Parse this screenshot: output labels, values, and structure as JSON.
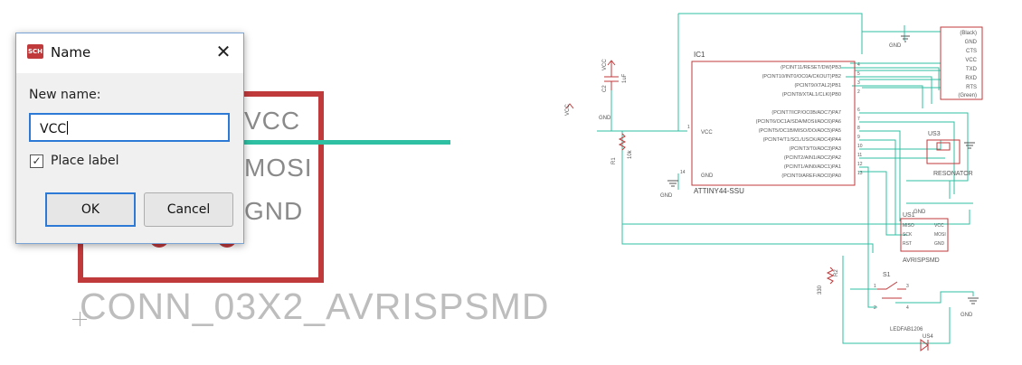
{
  "dialog": {
    "title": "Name",
    "app_icon_text": "SCH",
    "close_glyph": "✕",
    "field_label": "New name:",
    "input_value": "VCC",
    "checkbox_label": "Place label",
    "checkbox_checked": true,
    "ok_label": "OK",
    "cancel_label": "Cancel"
  },
  "left_zoom": {
    "pin_labels": [
      "VCC",
      "MOSI",
      "GND"
    ],
    "part_name": "CONN_03X2_AVRISPSMD"
  },
  "schematic": {
    "ic1_name": "IC1",
    "ic1_part": "ATTINY44-SSU",
    "ic1_pins_left": [
      {
        "num": "1",
        "name": "VCC"
      },
      {
        "num": "14",
        "name": "GND"
      }
    ],
    "ic1_pins_right": [
      {
        "num": "4",
        "name": "(PCINT11/RESET/DW)PB3"
      },
      {
        "num": "5",
        "name": "(PCINT10/INT0/OC0A/CKOUT)PB2"
      },
      {
        "num": "3",
        "name": "(PCINT9/XTAL2)PB1"
      },
      {
        "num": "2",
        "name": "(PCINT8/XTAL1/CLKI)PB0"
      },
      {
        "num": "6",
        "name": "(PCINT7/ICP/OC0B/ADC7)PA7"
      },
      {
        "num": "7",
        "name": "(PCINT6/OC1A/SDA/MOSI/ADC6)PA6"
      },
      {
        "num": "8",
        "name": "(PCINT5/OC1B/MISO/DO/ADC5)PA5"
      },
      {
        "num": "9",
        "name": "(PCINT4/T1/SCL/USCK/ADC4)PA4"
      },
      {
        "num": "10",
        "name": "(PCINT3/T0/ADC3)PA3"
      },
      {
        "num": "11",
        "name": "(PCINT2/AIN1/ADC2)PA2"
      },
      {
        "num": "12",
        "name": "(PCINT1/AIN0/ADC1)PA1"
      },
      {
        "num": "13",
        "name": "(PCINT0/AREF/ADC0)PA0"
      }
    ],
    "ftdi_pins": [
      "(Black)",
      "GND",
      "CTS",
      "VCC",
      "TXD",
      "RXD",
      "RTS",
      "(Green)"
    ],
    "c2_label": "C2",
    "c2_value": "1uF",
    "vcc_label": "VCC",
    "gnd_label": "GND",
    "r1_label": "R1",
    "r1_value": "10k",
    "us3_label": "US3",
    "resonator_label": "RESONATOR",
    "us1_label": "US1",
    "us1_pins_left": [
      "MISO",
      "SCK",
      "RST"
    ],
    "us1_pins_right": [
      "VCC",
      "MOSI",
      "GND"
    ],
    "avrisp_label": "AVRISPSMD",
    "r2_label": "R2",
    "r2_value": "330",
    "s1_label": "S1",
    "s1_pins": [
      "1",
      "2",
      "3",
      "4"
    ],
    "led_label": "LEDFAB1206",
    "us4_label": "US4"
  },
  "colors": {
    "part": "#c0393b",
    "wire": "#2fbfa3",
    "accent": "#2c79d6"
  }
}
